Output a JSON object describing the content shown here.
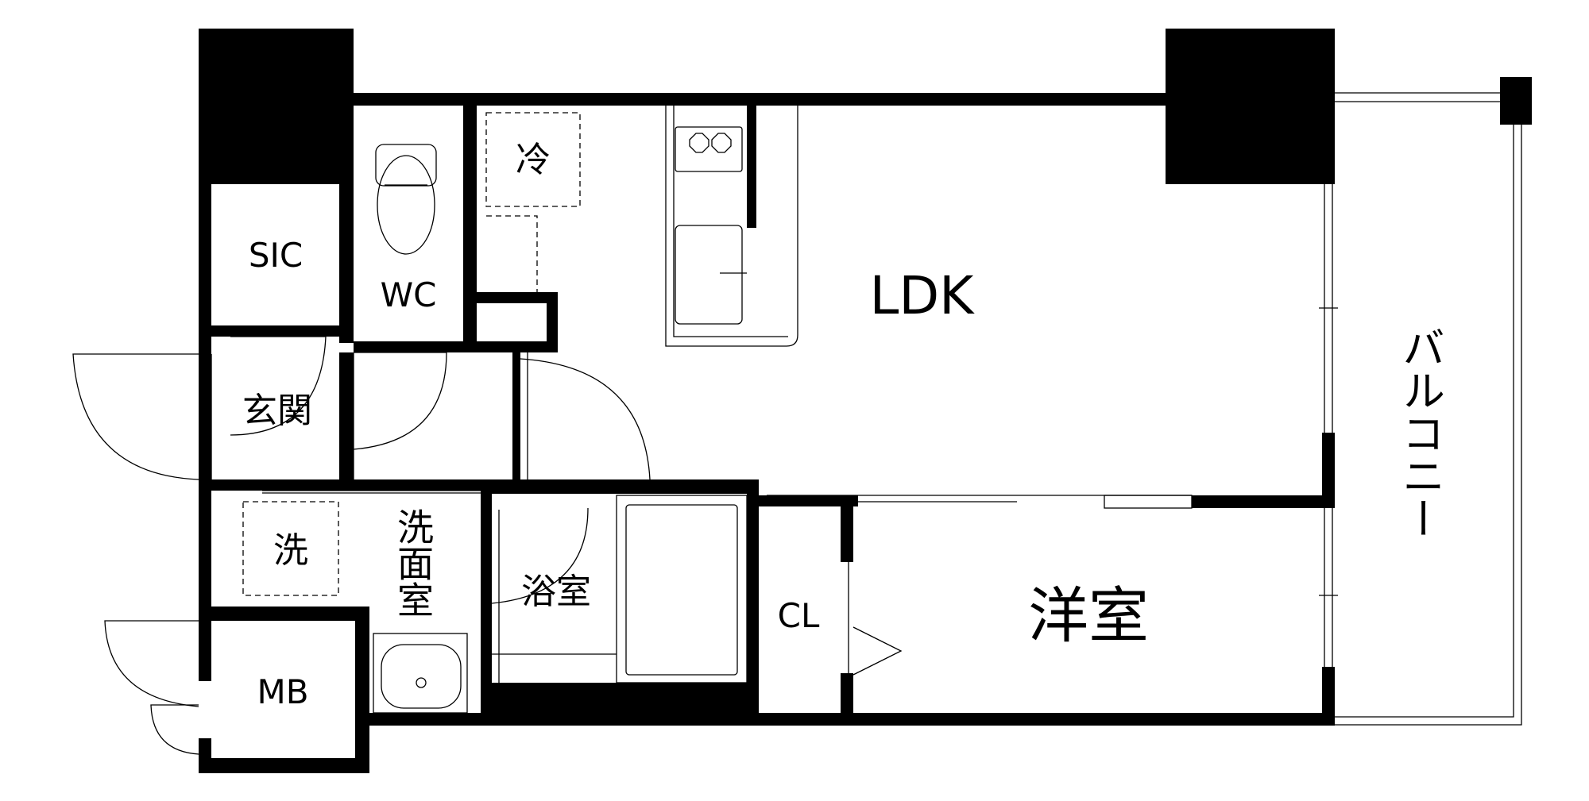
{
  "plan": {
    "rooms": {
      "ldk": "LDK",
      "western_room": "洋室",
      "sic": "SIC",
      "wc": "WC",
      "entrance": "玄関",
      "washroom": "洗面室",
      "bathroom": "浴室",
      "closet": "CL",
      "meter_box": "MB",
      "balcony": "バルコニー"
    },
    "fixtures": {
      "refrigerator": "冷",
      "washer": "洗"
    }
  },
  "colors": {
    "wall": "#000000",
    "line": "#000000",
    "background": "#ffffff"
  }
}
